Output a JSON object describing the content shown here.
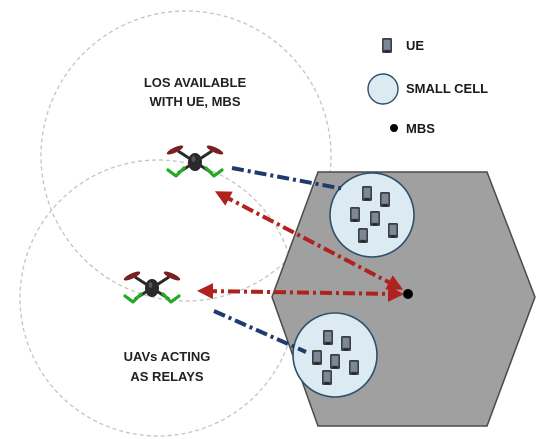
{
  "diagram": {
    "annotation_top_line1": "LOS AVAILABLE",
    "annotation_top_line2": "WITH UE, MBS",
    "annotation_bottom_line1": "UAVs  ACTING",
    "annotation_bottom_line2": "AS RELAYS",
    "legend": {
      "ue_label": "UE",
      "small_cell_label": "SMALL CELL",
      "mbs_label": "MBS"
    },
    "colors": {
      "hexagon_fill": "#a0a0a0",
      "small_cell_fill": "#dceaf1",
      "access_link": "#1f3a6d",
      "backhaul_link": "#b0221d",
      "drone_body": "#2a2a2a",
      "drone_rotor_top": "#7a1f1f",
      "drone_rotor_bottom": "#22aa22"
    }
  }
}
